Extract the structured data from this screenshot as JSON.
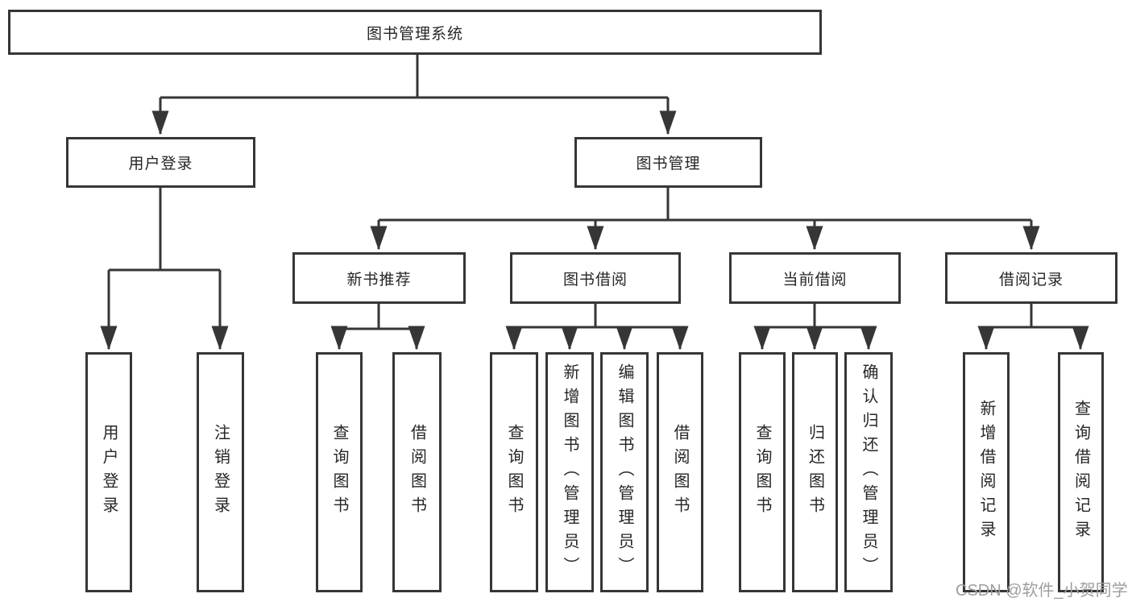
{
  "colors": {
    "line": "#363636",
    "text": "#262626",
    "background": "#ffffff",
    "watermark": "#9e9e9e"
  },
  "tree": {
    "root": {
      "label": "图书管理系统"
    },
    "children": [
      {
        "label": "用户登录",
        "children": [
          {
            "label": "用户登录"
          },
          {
            "label": "注销登录"
          }
        ]
      },
      {
        "label": "图书管理",
        "children": [
          {
            "label": "新书推荐",
            "children": [
              {
                "label": "查询图书"
              },
              {
                "label": "借阅图书"
              }
            ]
          },
          {
            "label": "图书借阅",
            "children": [
              {
                "label": "查询图书"
              },
              {
                "label": "新增图书（管理员）"
              },
              {
                "label": "编辑图书（管理员）"
              },
              {
                "label": "借阅图书"
              }
            ]
          },
          {
            "label": "当前借阅",
            "children": [
              {
                "label": "查询图书"
              },
              {
                "label": "归还图书"
              },
              {
                "label": "确认归还（管理员）"
              }
            ]
          },
          {
            "label": "借阅记录",
            "children": [
              {
                "label": "新增借阅记录"
              },
              {
                "label": "查询借阅记录"
              }
            ]
          }
        ]
      }
    ]
  },
  "watermark": {
    "text": "CSDN @软件_小贺同学"
  }
}
